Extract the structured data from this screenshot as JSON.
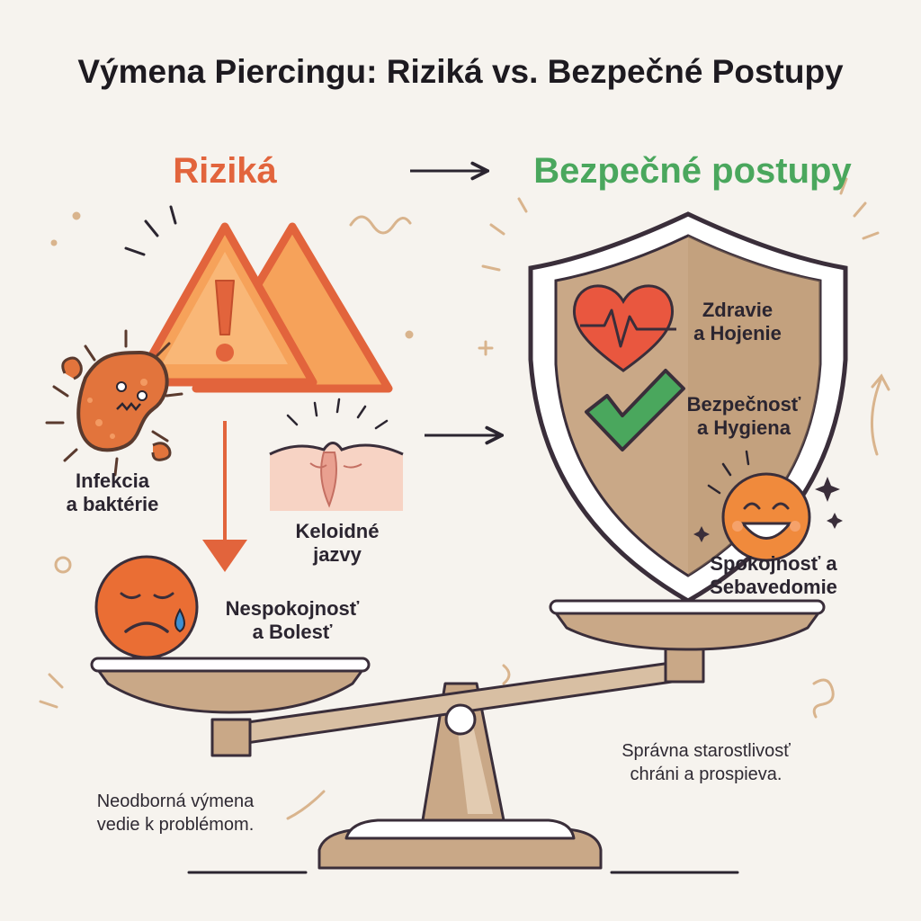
{
  "title": "Výmena Piercingu: Riziká vs. Bezpečné Postupy",
  "headings": {
    "risks": "Riziká",
    "safe": "Bezpečné postupy"
  },
  "risks": {
    "infection": [
      "Infekcia",
      "a baktérie"
    ],
    "keloid": [
      "Keloidné",
      "jazvy"
    ],
    "dissatisfaction": [
      "Nespokojnosť",
      "a Bolesť"
    ]
  },
  "benefits": {
    "health": [
      "Zdravie",
      "a Hojenie"
    ],
    "safety": [
      "Bezpečnosť",
      "a Hygiena"
    ],
    "satisfaction": [
      "Spokojnosť a",
      "Sebavedomie"
    ]
  },
  "notes": {
    "left": [
      "Neodborná výmena",
      "vedie k problémom."
    ],
    "right": [
      "Správna starostlivosť",
      "chráni a prospieva."
    ]
  },
  "colors": {
    "risk": "#e2643c",
    "safe": "#4aa75d",
    "brass": "#c9a887",
    "outline": "#3a2e3a",
    "warning_fill": "#f6a25a",
    "heart": "#e9573f",
    "smiley": "#f08a3c"
  },
  "icons": [
    "warning-triangle-icon",
    "bacteria-icon",
    "keloid-skin-icon",
    "sad-face-icon",
    "shield-icon",
    "heart-pulse-icon",
    "checkmark-icon",
    "happy-face-icon",
    "balance-scale-icon"
  ]
}
